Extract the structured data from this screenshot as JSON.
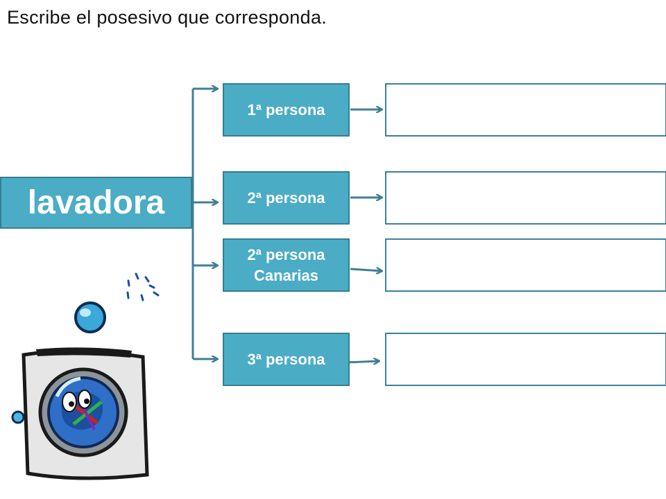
{
  "instruction": "Escribe el posesivo que corresponda.",
  "noun": "lavadora",
  "persons": [
    {
      "line1": "1ª persona",
      "line2": ""
    },
    {
      "line1": "2ª persona",
      "line2": ""
    },
    {
      "line1": "2ª persona",
      "line2": "Canarias"
    },
    {
      "line1": "3ª persona",
      "line2": ""
    }
  ],
  "answers": [
    "",
    "",
    "",
    ""
  ],
  "colors": {
    "box_fill": "#4bacc6",
    "box_border": "#357d91",
    "connector": "#3f7f96",
    "answer_border": "#3a7fa0"
  },
  "icons": {
    "washing_machine": "washing-machine-icon"
  }
}
